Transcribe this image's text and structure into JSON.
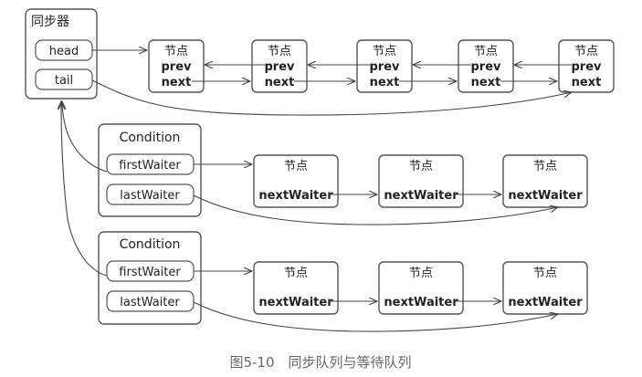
{
  "sync": {
    "title": "同步器",
    "head": "head",
    "tail": "tail"
  },
  "queue_node": {
    "title": "节点",
    "prev": "prev",
    "next": "next"
  },
  "conditions": [
    {
      "title": "Condition",
      "first": "firstWaiter",
      "last": "lastWaiter"
    },
    {
      "title": "Condition",
      "first": "firstWaiter",
      "last": "lastWaiter"
    }
  ],
  "wait_node": {
    "title": "节点",
    "field": "nextWaiter"
  },
  "caption": "图5-10　同步队列与等待队列"
}
